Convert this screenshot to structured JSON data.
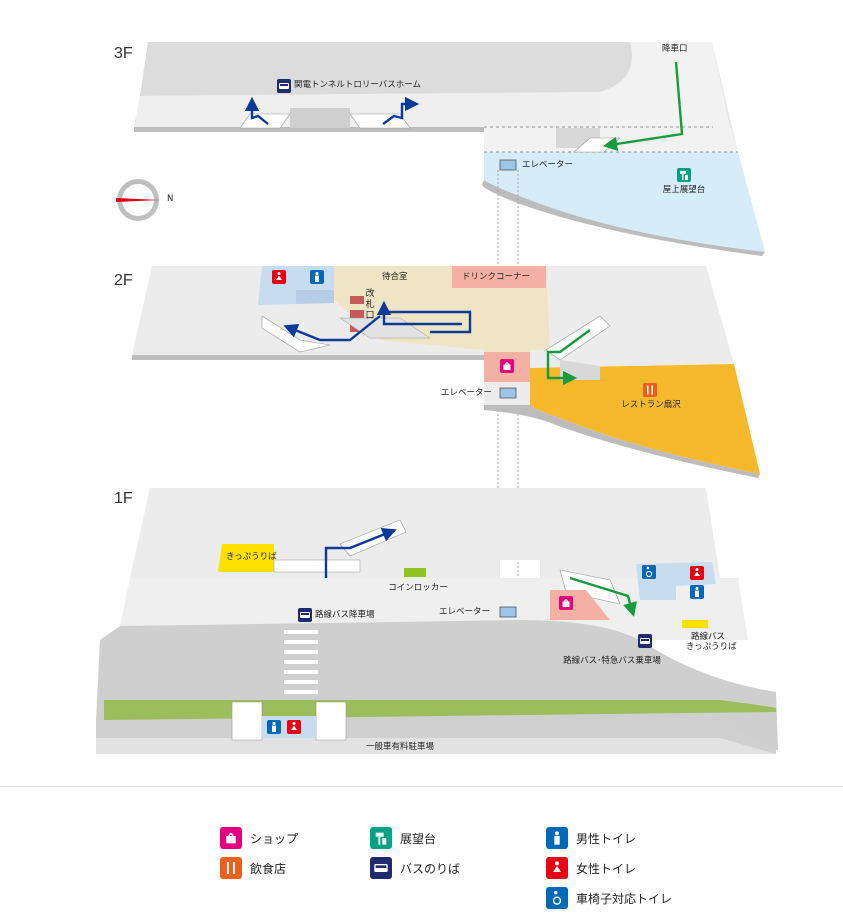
{
  "floors": {
    "f3": "3F",
    "f2": "2F",
    "f1": "1F"
  },
  "labels": {
    "bus_home_3f": "関電トンネルトロリーバスホーム",
    "drop_off": "降車口",
    "elevator_3f": "エレベーター",
    "rooftop_deck": "屋上展望台",
    "compass_n": "N",
    "waiting_room": "待合室",
    "drink_corner": "ドリンクコーナー",
    "ticket_gate": "改札口",
    "elevator_2f": "エレベーター",
    "restaurant": "レストラン扇沢",
    "ticket_office_1f": "きっぷうりば",
    "coin_locker": "コインロッカー",
    "route_bus_alight": "路線バス降車場",
    "elevator_1f": "エレベーター",
    "route_bus_ticket_1": "路線バス",
    "route_bus_ticket_2": "きっぷうりば",
    "route_bus_board": "路線バス･特急バス乗車場",
    "parking": "一般車有料駐車場"
  },
  "colors": {
    "shop": "#e4007f",
    "restaurant": "#e8601c",
    "observation": "#00a384",
    "bus": "#1f2b6e",
    "men": "#0068b7",
    "women": "#e60012",
    "accessible": "#0068b7",
    "arrow_blue": "#0b3a9b",
    "arrow_green": "#179b3c",
    "restaurant_area": "#f6b92c",
    "ticket_area": "#ffe100",
    "locker": "#8fc31f",
    "sky": "#d6ecf8",
    "shop_area": "#f3b0a3",
    "gate_area": "#efe4c3",
    "green_strip": "#9bbd5c"
  },
  "legend": [
    {
      "icon": "shop-icon",
      "label": "ショップ"
    },
    {
      "icon": "restaurant-icon",
      "label": "飲食店"
    },
    {
      "icon": "observation-deck-icon",
      "label": "展望台"
    },
    {
      "icon": "bus-stop-icon",
      "label": "バスのりば"
    },
    {
      "icon": "men-toilet-icon",
      "label": "男性トイレ"
    },
    {
      "icon": "women-toilet-icon",
      "label": "女性トイレ"
    },
    {
      "icon": "accessible-toilet-icon",
      "label": "車椅子対応トイレ"
    }
  ]
}
